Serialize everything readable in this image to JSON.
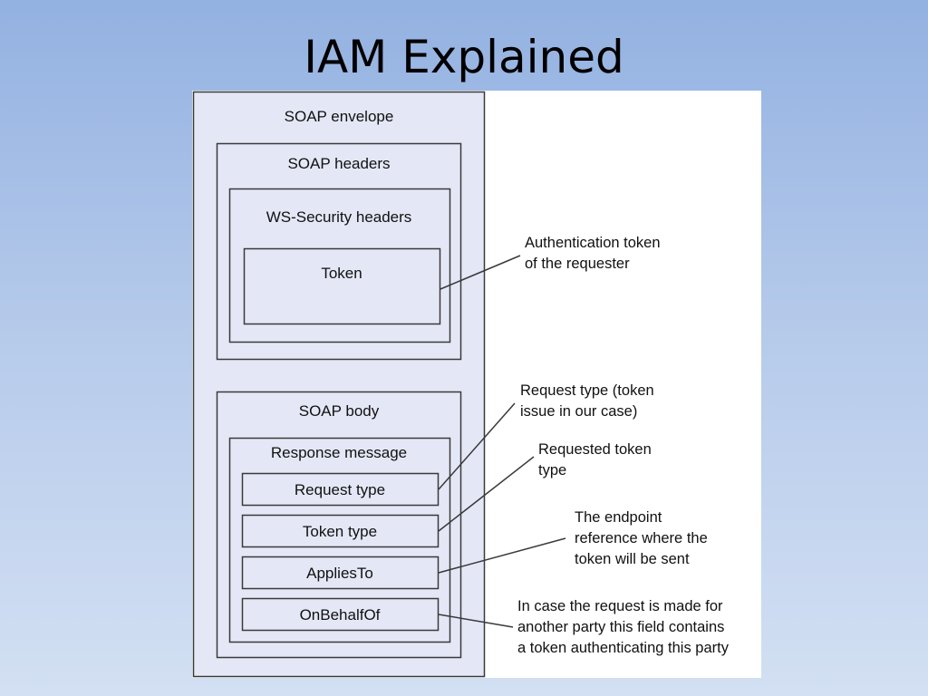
{
  "slide": {
    "title": "IAM Explained"
  },
  "diagram": {
    "envelope": "SOAP envelope",
    "headers": "SOAP headers",
    "ws_security": "WS-Security headers",
    "token": "Token",
    "body": "SOAP body",
    "response": "Response message",
    "items": [
      "Request type",
      "Token type",
      "AppliesTo",
      "OnBehalfOf"
    ],
    "annotations": {
      "token": [
        "Authentication token",
        "of the requester"
      ],
      "request_type": [
        "Request type (token",
        "issue in our case)"
      ],
      "token_type": [
        "Requested token",
        "type"
      ],
      "applies_to": [
        "The endpoint",
        "reference where the",
        "token will be sent"
      ],
      "on_behalf_of": [
        "In case the request is made for",
        "another party this field contains",
        "a token authenticating this party"
      ]
    }
  },
  "colors": {
    "box_fill": "#e4e8f6",
    "inner_fill": "#ffffff",
    "stroke": "#3a3a3a"
  }
}
